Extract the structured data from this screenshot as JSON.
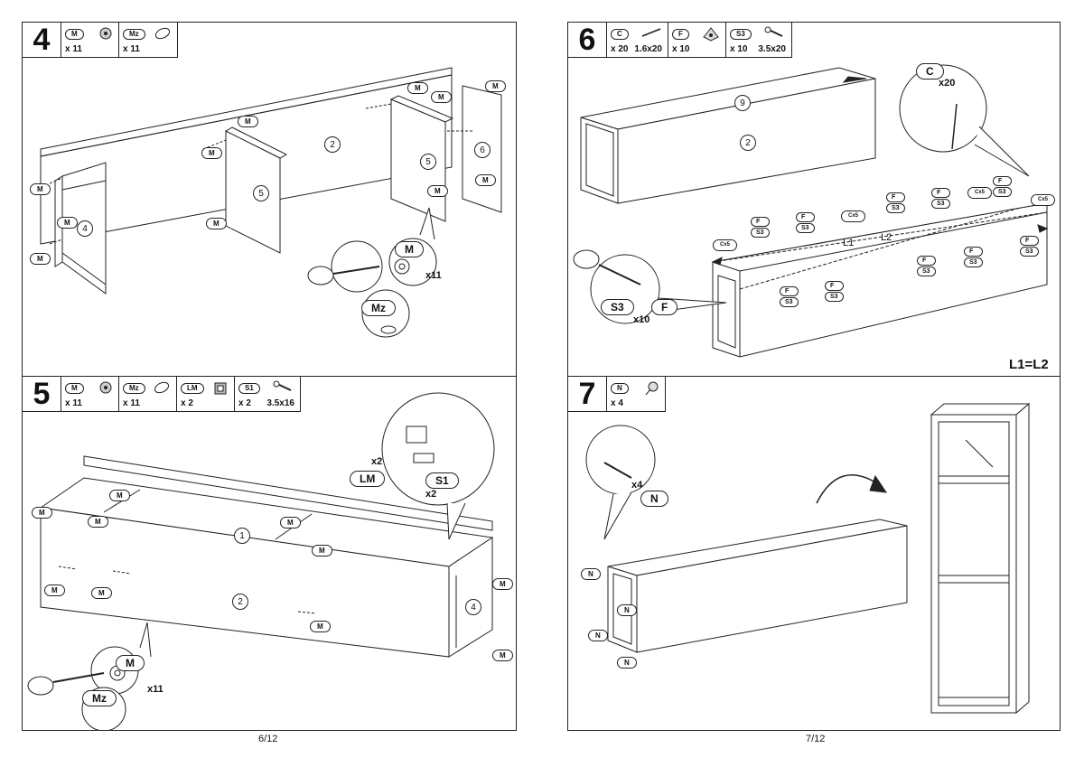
{
  "left_page": {
    "page_number": "6/12",
    "steps": [
      {
        "number": "4",
        "parts": [
          {
            "code": "M",
            "qty": "x 11",
            "icon": "cam-lock-icon"
          },
          {
            "code": "Mz",
            "qty": "x 11",
            "icon": "cam-cover-icon"
          }
        ],
        "labels": {
          "m": "M",
          "mz": "Mz",
          "x11": "x11"
        },
        "panel_numbers": [
          "2",
          "4",
          "5",
          "5",
          "6"
        ]
      },
      {
        "number": "5",
        "parts": [
          {
            "code": "M",
            "qty": "x 11",
            "icon": "cam-lock-icon"
          },
          {
            "code": "Mz",
            "qty": "x 11",
            "icon": "cam-cover-icon"
          },
          {
            "code": "LM",
            "qty": "x 2",
            "icon": "shelf-bracket-icon"
          },
          {
            "code": "S1",
            "qty": "x 2",
            "size": "3.5x16",
            "icon": "screw-icon"
          }
        ],
        "labels": {
          "m": "M",
          "mz": "Mz",
          "lm": "LM",
          "s1": "S1",
          "x2": "x2",
          "x11": "x11"
        },
        "panel_numbers": [
          "1",
          "2",
          "4"
        ]
      }
    ]
  },
  "right_page": {
    "page_number": "7/12",
    "steps": [
      {
        "number": "6",
        "parts": [
          {
            "code": "C",
            "qty": "x 20",
            "size": "1.6x20",
            "icon": "nail-icon"
          },
          {
            "code": "F",
            "qty": "x 10",
            "icon": "corner-plate-icon"
          },
          {
            "code": "S3",
            "qty": "x 10",
            "size": "3.5x20",
            "icon": "screw-icon"
          }
        ],
        "labels": {
          "c": "C",
          "x20": "x20",
          "f": "F",
          "s3": "S3",
          "x10": "x10",
          "cx5": "Cx5",
          "l1": "L1",
          "l2": "L2",
          "equal": "L1=L2"
        },
        "panel_numbers": [
          "9",
          "2"
        ]
      },
      {
        "number": "7",
        "parts": [
          {
            "code": "N",
            "qty": "x 4",
            "icon": "glide-nail-icon"
          }
        ],
        "labels": {
          "n": "N",
          "x4": "x4"
        }
      }
    ]
  },
  "colors": {
    "line": "#222222",
    "background": "#ffffff"
  }
}
